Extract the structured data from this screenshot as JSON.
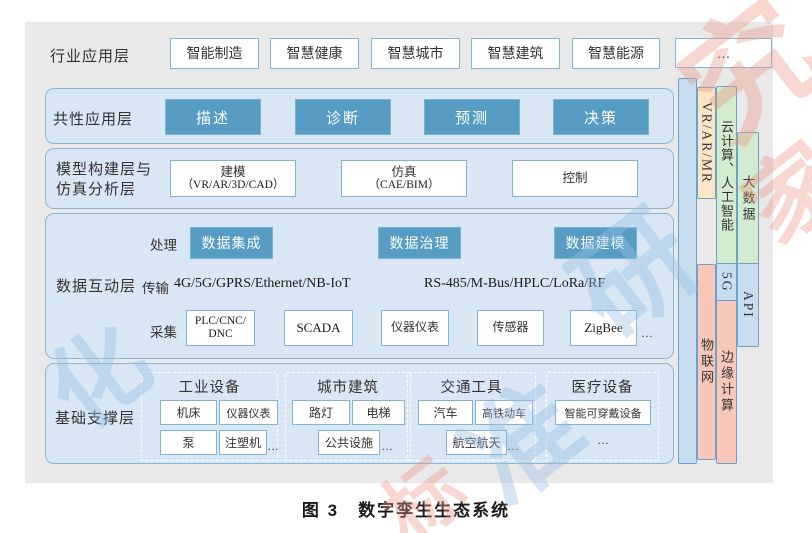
{
  "caption": "图 3　数字孪生生态系统",
  "colors": {
    "panel_bg": "#e9e9e9",
    "layer_fill": "#d8e7f3",
    "layer_border": "#8ab6d6",
    "button_fill": "#579dc3",
    "peach": "#fbe5c6",
    "green": "#d3ebce",
    "salmon": "#f8c7b9",
    "light_blue_bar": "#c8def0"
  },
  "industry": {
    "label": "行业应用层",
    "items": [
      "智能制造",
      "智慧健康",
      "智慧城市",
      "智慧建筑",
      "智慧能源"
    ],
    "more": "…"
  },
  "common": {
    "label": "共性应用层",
    "items": [
      "描述",
      "诊断",
      "预测",
      "决策"
    ]
  },
  "model": {
    "label_line1": "模型构建层与",
    "label_line2": "仿真分析层",
    "boxes": [
      {
        "title": "建模",
        "sub": "（VR/AR/3D/CAD）"
      },
      {
        "title": "仿真",
        "sub": "（CAE/BIM）"
      },
      {
        "title": "控制",
        "sub": ""
      }
    ]
  },
  "data_layer": {
    "label": "数据互动层",
    "process": {
      "label": "处理",
      "items": [
        "数据集成",
        "数据治理",
        "数据建模"
      ]
    },
    "transmit": {
      "label": "传输",
      "left": "4G/5G/GPRS/Ethernet/NB-IoT",
      "right": "RS-485/M-Bus/HPLC/LoRa/RF"
    },
    "collect": {
      "label": "采集",
      "plc": [
        "PLC/CNC/",
        "DNC"
      ],
      "items": [
        "SCADA",
        "仪器仪表",
        "传感器",
        "ZigBee"
      ],
      "more": "…"
    }
  },
  "base": {
    "label": "基础支撑层",
    "groups": [
      {
        "title": "工业设备",
        "r1a": "机床",
        "r1b": "仪器仪表",
        "r2a": "泵",
        "r2b": "注塑机",
        "more": "…"
      },
      {
        "title": "城市建筑",
        "r1a": "路灯",
        "r1b": "电梯",
        "r2a": "公共设施",
        "r2b": "",
        "more": "…"
      },
      {
        "title": "交通工具",
        "r1a": "汽车",
        "r1b": "高铁动车",
        "r2a": "航空航天",
        "r2b": "",
        "more": "…"
      },
      {
        "title": "医疗设备",
        "r1a": "智能可穿戴设备",
        "r1b": "",
        "r2a": "",
        "r2b": "",
        "more": "…"
      }
    ]
  },
  "sidebars": {
    "vr": "VR/AR/MR",
    "cloud": "云计算、人工智能",
    "bigdata": "大数据",
    "g5": "5G",
    "api": "API",
    "iot": "物联网",
    "edge": "边缘计算"
  },
  "watermark": {
    "glyphs": [
      "究",
      "家",
      "研",
      "准",
      "化",
      "标"
    ]
  }
}
